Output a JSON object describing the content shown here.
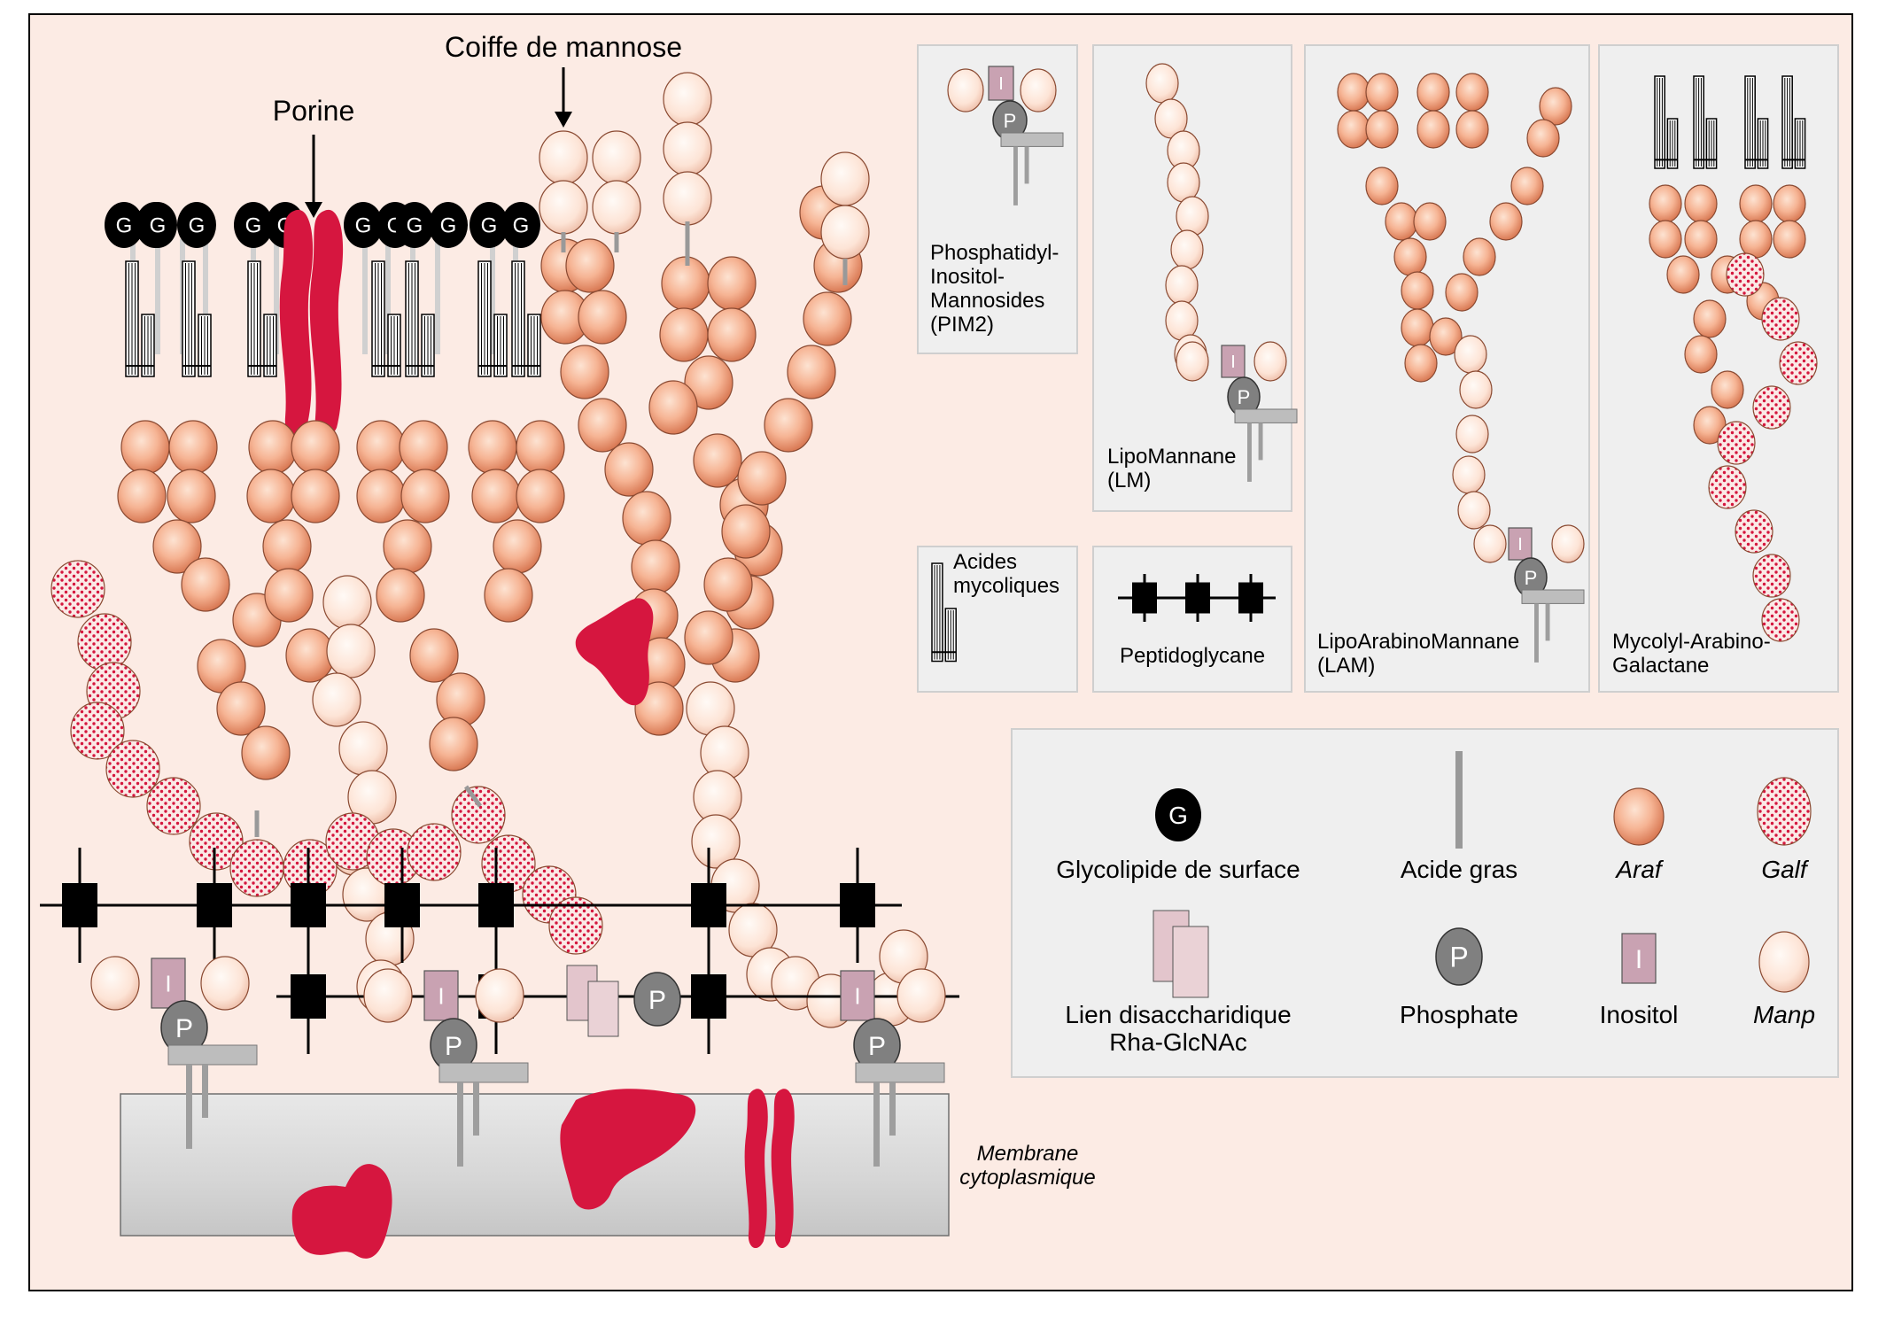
{
  "labels": {
    "porine": "Porine",
    "coiffe": "Coiffe de mannose",
    "membrane_line1": "Membrane",
    "membrane_line2": "cytoplasmique"
  },
  "structures": {
    "pim_line1": "Phosphatidyl-",
    "pim_line2": "Inositol-",
    "pim_line3": "Mannosides",
    "pim_line4": "(PIM2)",
    "lm_line1": "LipoMannane",
    "lm_line2": "(LM)",
    "lam_line1": "LipoArabinoMannane",
    "lam_line2": "(LAM)",
    "mag_line1": "Mycolyl-Arabino-",
    "mag_line2": "Galactane",
    "mycolic_line1": "Acides",
    "mycolic_line2": "mycoliques",
    "peptidoglycan": "Peptidoglycane"
  },
  "legend": {
    "glycolipid": "Glycolipide de surface",
    "fatty_acid": "Acide gras",
    "araf": "Araf",
    "galf": "Galf",
    "disaccharide_line1": "Lien disaccharidique",
    "disaccharide_line2": "Rha-GlcNAc",
    "phosphate": "Phosphate",
    "inositol": "Inositol",
    "manp": "Manp"
  },
  "glyphs": {
    "glycolipid_letter": "G",
    "phosphate_letter": "P",
    "inositol_letter": "I"
  },
  "colors": {
    "background": "#fcebe4",
    "panel": "#efefef",
    "araf": "#f0a07f",
    "manp": "#fde4d6",
    "galf_dot": "#d4163d",
    "porin": "#d6163f",
    "inositol": "#c9a2b2",
    "phosphate": "#808080",
    "glycolipid": "#000000"
  }
}
